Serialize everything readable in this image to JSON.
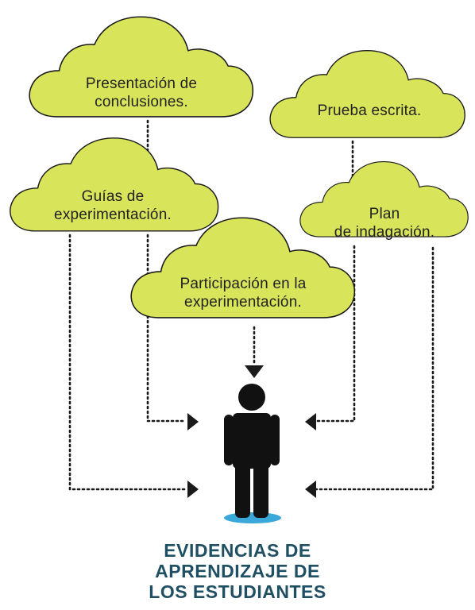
{
  "colors": {
    "cloud_fill": "#d8e45a",
    "cloud_stroke": "#1a1a1a",
    "connector": "#1a1a1a",
    "figure": "#111111",
    "shadow": "#3aa8d8",
    "caption": "#1f4f63"
  },
  "clouds": {
    "presentacion": {
      "line1": "Presentación de",
      "line2": "conclusiones."
    },
    "prueba": {
      "line1": "Prueba escrita."
    },
    "guias": {
      "line1": "Guías de",
      "line2": "experimentación."
    },
    "plan": {
      "line1": "Plan",
      "line2": "de indagación."
    },
    "participacion": {
      "line1": "Participación en la",
      "line2": "experimentación."
    }
  },
  "figure_icon": "student-person-icon",
  "caption": {
    "line1": "EVIDENCIAS DE",
    "line2": "APRENDIZAJE DE",
    "line3": "LOS ESTUDIANTES"
  }
}
